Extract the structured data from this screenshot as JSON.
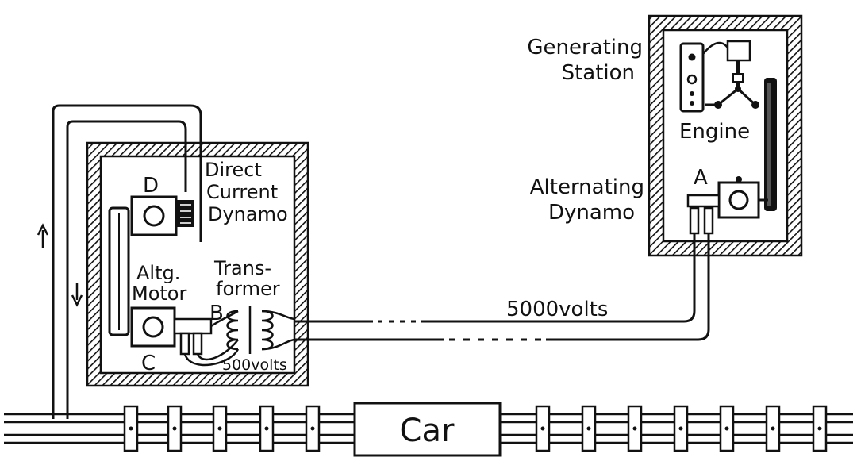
{
  "labels": {
    "generating_station_line1": "Generating",
    "generating_station_line2": "Station",
    "engine": "Engine",
    "alternating_dynamo_line1": "Alternating",
    "alternating_dynamo_line2": "Dynamo",
    "letter_a": "A",
    "letter_b": "B",
    "letter_c": "C",
    "letter_d": "D",
    "direct_current_dynamo_line1": "Direct",
    "direct_current_dynamo_line2": "Current",
    "direct_current_dynamo_line3": "Dynamo",
    "altg_motor_line1": "Altg.",
    "altg_motor_line2": "Motor",
    "transformer_line1": "Trans-",
    "transformer_line2": "former",
    "high_voltage": "5000volts",
    "low_voltage": "500volts",
    "car": "Car"
  }
}
